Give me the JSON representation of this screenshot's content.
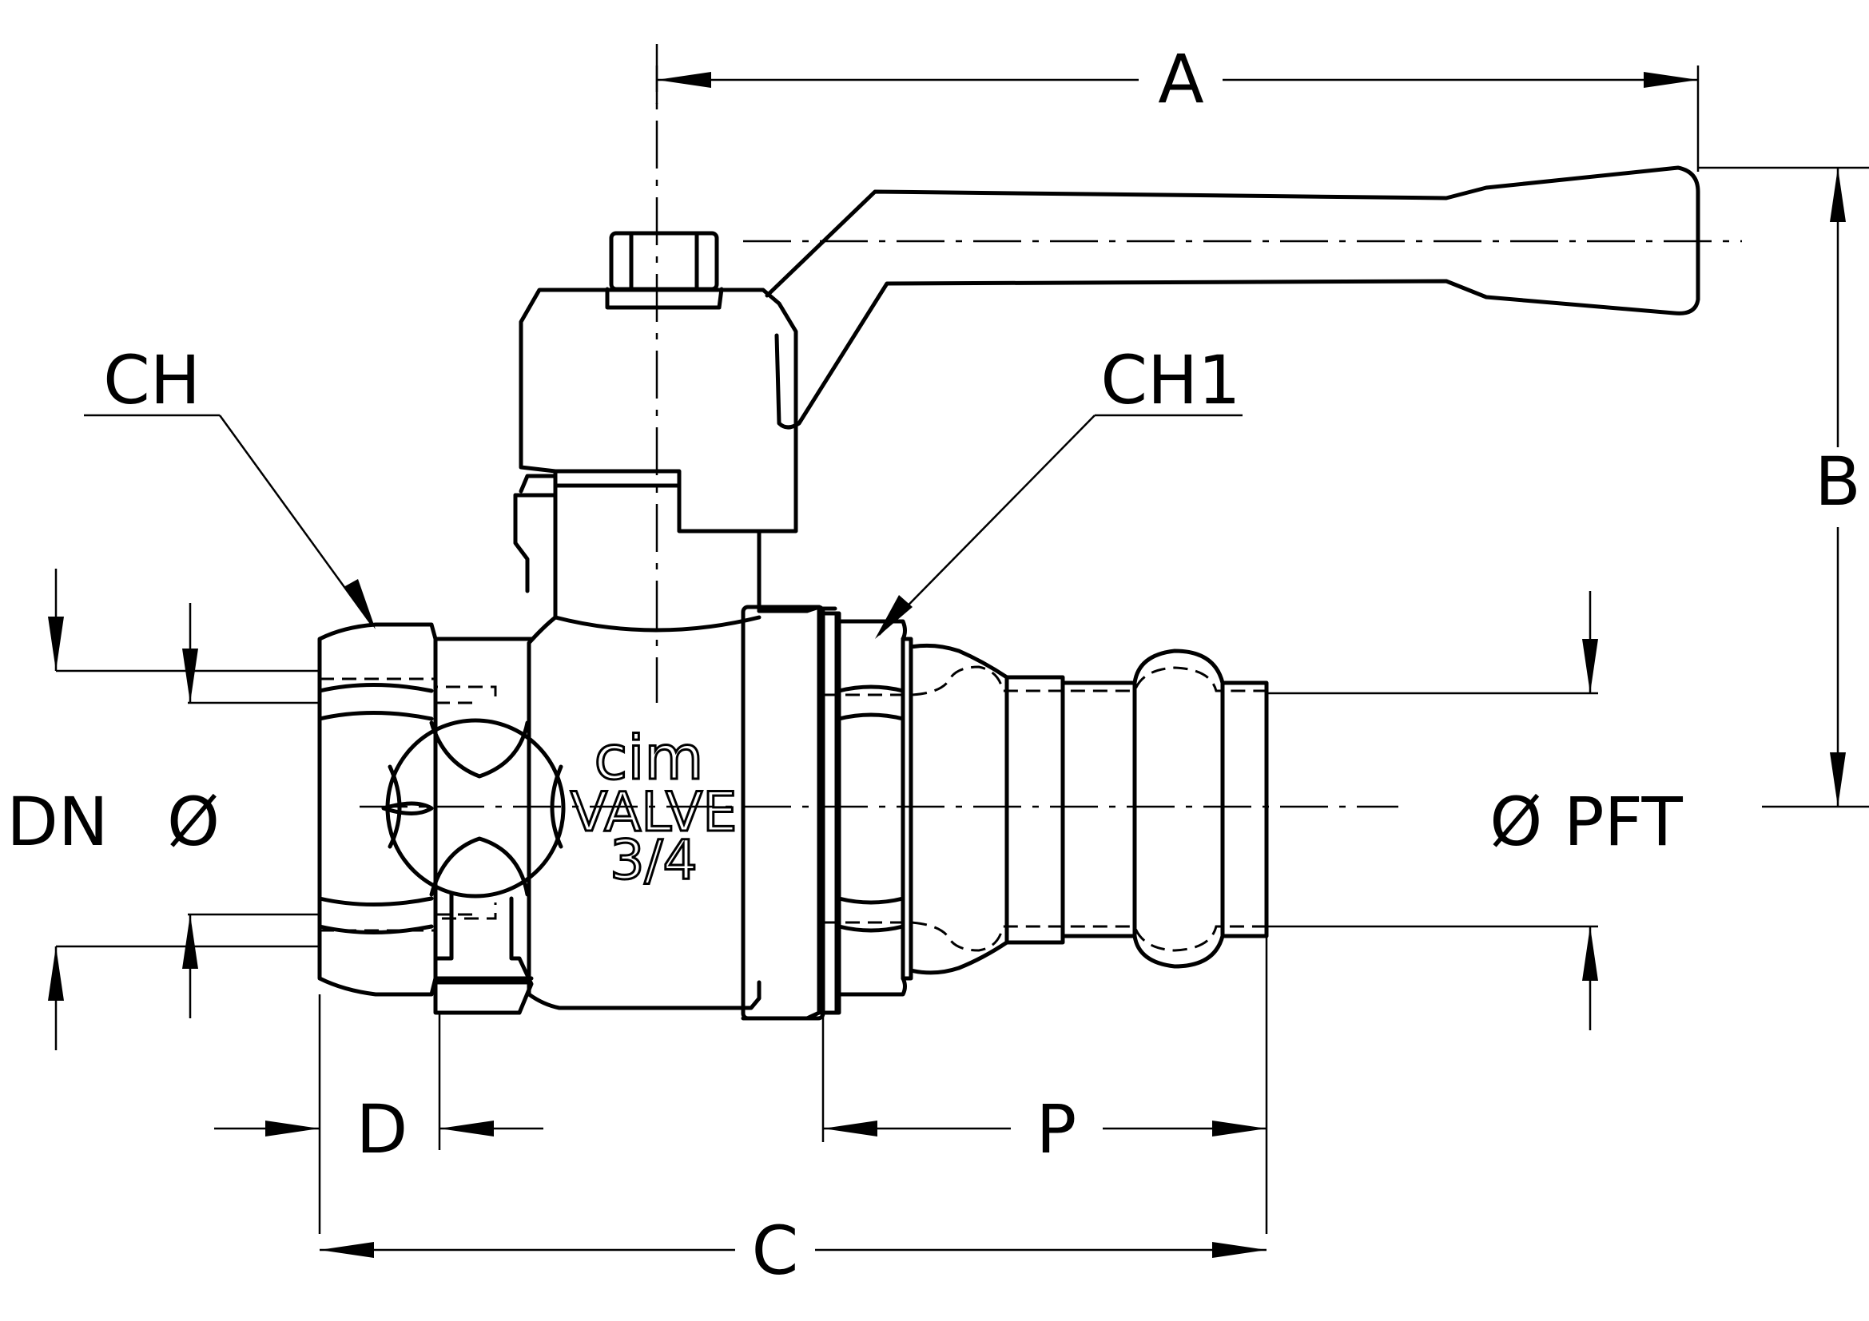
{
  "diagram": {
    "labels": {
      "A": "A",
      "B": "B",
      "C": "C",
      "D": "D",
      "P": "P",
      "CH": "CH",
      "CH1": "CH1",
      "DN": "DN",
      "dia_left": "Ø",
      "pft": "Ø PFT"
    },
    "body_marking": {
      "brand": "cim",
      "word": "VALVE",
      "size": "3/4"
    }
  }
}
